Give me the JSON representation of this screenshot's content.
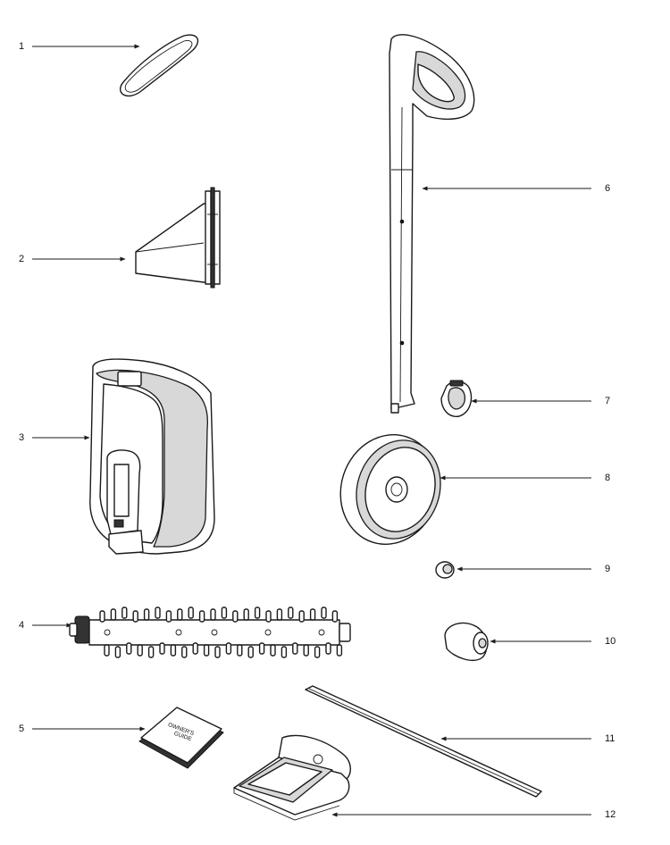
{
  "parts": [
    {
      "number": "1"
    },
    {
      "number": "2"
    },
    {
      "number": "3"
    },
    {
      "number": "4"
    },
    {
      "number": "5",
      "label_lines": [
        "OWNER'S",
        "GUIDE"
      ]
    },
    {
      "number": "6"
    },
    {
      "number": "7"
    },
    {
      "number": "8"
    },
    {
      "number": "9"
    },
    {
      "number": "10"
    },
    {
      "number": "11"
    },
    {
      "number": "12"
    }
  ]
}
